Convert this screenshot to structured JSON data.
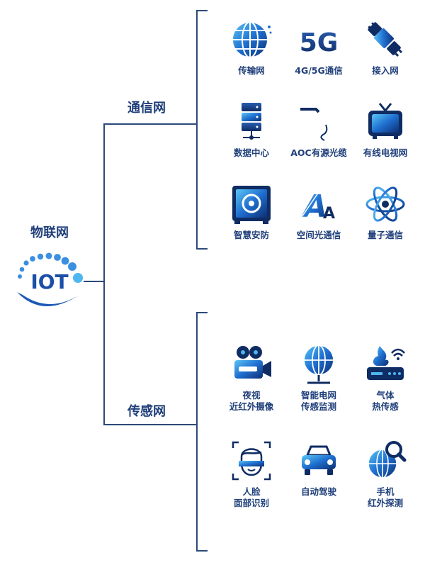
{
  "root": {
    "label": "物联网",
    "logo_text": "IOT"
  },
  "branches": [
    {
      "label": "通信网",
      "items": [
        {
          "label": "传输网",
          "icon": "globe-icon"
        },
        {
          "label": "4G/5G通信",
          "icon": "5g-icon",
          "icon_text": "5G"
        },
        {
          "label": "接入网",
          "icon": "plug-icon"
        },
        {
          "label": "数据中心",
          "icon": "server-icon"
        },
        {
          "label": "AOC有源光缆",
          "icon": "fiber-cable-icon"
        },
        {
          "label": "有线电视网",
          "icon": "tv-icon"
        },
        {
          "label": "智慧安防",
          "icon": "safe-icon"
        },
        {
          "label": "空间光通信",
          "icon": "space-light-icon",
          "icon_text": "AA"
        },
        {
          "label": "量子通信",
          "icon": "atom-icon"
        }
      ]
    },
    {
      "label": "传感网",
      "items": [
        {
          "line1": "夜视",
          "line2": "近红外摄像",
          "icon": "video-camera-icon"
        },
        {
          "line1": "智能电网",
          "line2": "传感监测",
          "icon": "grid-globe-icon"
        },
        {
          "line1": "气体",
          "line2": "热传感",
          "icon": "gas-sensor-icon"
        },
        {
          "line1": "人脸",
          "line2": "面部识别",
          "icon": "face-scan-icon"
        },
        {
          "line1": "自动驾驶",
          "line2": "",
          "icon": "car-icon"
        },
        {
          "line1": "手机",
          "line2": "红外探测",
          "icon": "magnifier-globe-icon"
        }
      ]
    }
  ],
  "colors": {
    "dark": "#1f3f7a",
    "blue": "#2a6fc9",
    "light": "#4fb6f0",
    "line": "#2c4a78"
  }
}
